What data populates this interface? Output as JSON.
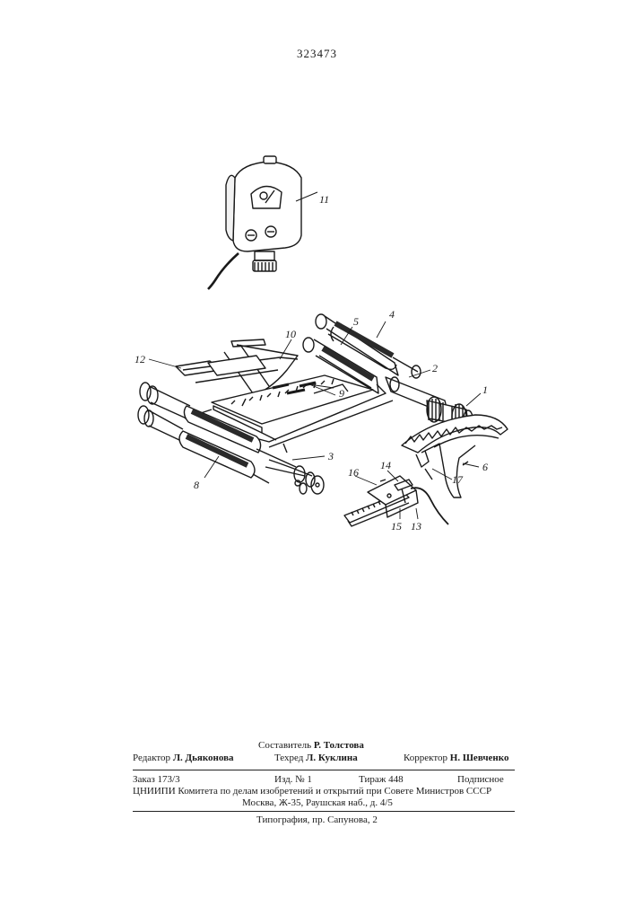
{
  "patent_number": "323473",
  "figure_labels": {
    "n1": "1",
    "n2": "2",
    "n3": "3",
    "n4": "4",
    "n5": "5",
    "n6": "6",
    "n8": "8",
    "n9": "9",
    "n10": "10",
    "n11": "11",
    "n12": "12",
    "n13": "13",
    "n14": "14",
    "n15": "15",
    "n16": "16",
    "n17": "17"
  },
  "imprint": {
    "compiler_role": "Составитель",
    "compiler_name": "Р. Толстова",
    "editor_role": "Редактор",
    "editor_name": "Л. Дьяконова",
    "techred_role": "Техред",
    "techred_name": "Л. Куклина",
    "corrector_role": "Корректор",
    "corrector_name": "Н. Шевченко",
    "order": "Заказ 173/3",
    "issue": "Изд. № 1",
    "print_run": "Тираж 448",
    "subscription": "Подписное",
    "institute_line": "ЦНИИПИ Комитета по делам изобретений и открытий при Совете Министров СССР",
    "address_line": "Москва, Ж-35, Раушская наб., д. 4/5",
    "printer_line": "Типография, пр. Сапунова, 2"
  }
}
